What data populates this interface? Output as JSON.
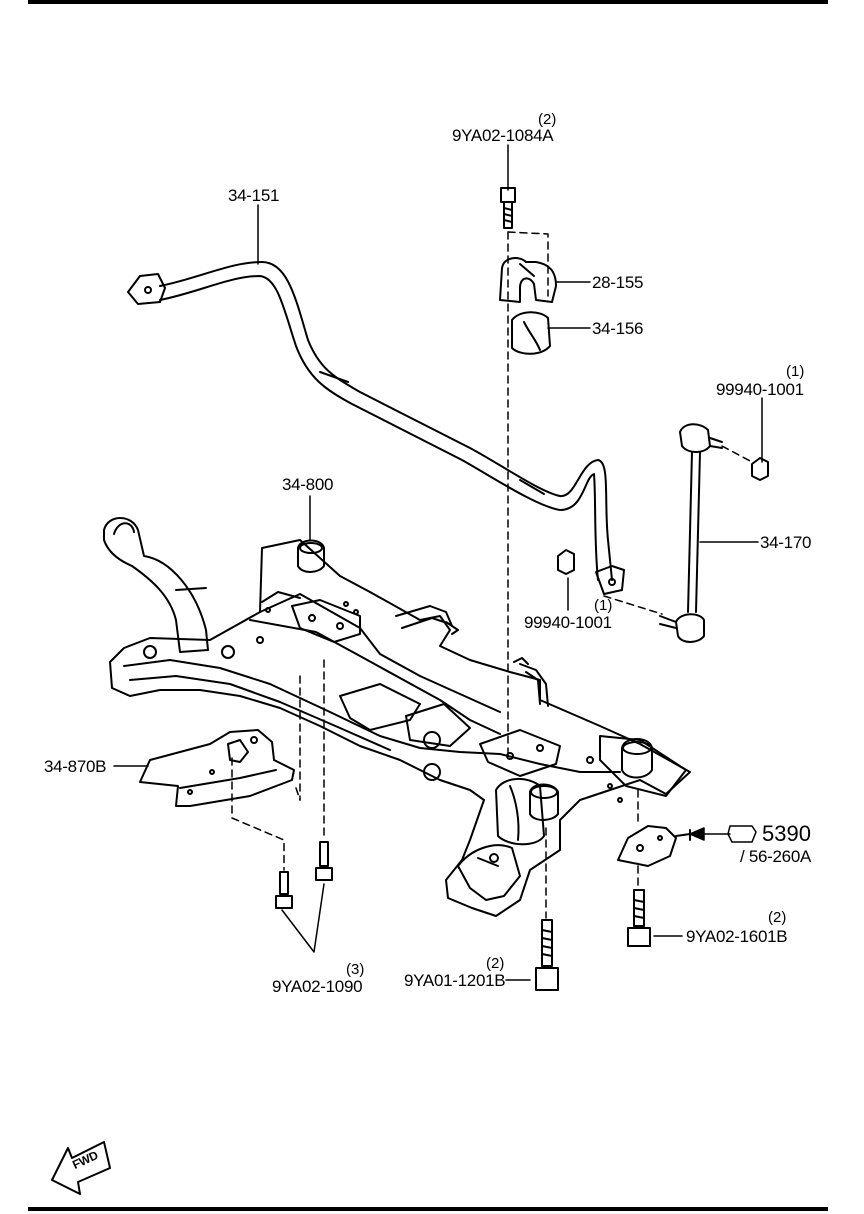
{
  "parts": {
    "stabilizer_bar": "34-151",
    "bolt_top": "9YA02-1084A",
    "bolt_top_qty": "(2)",
    "bracket": "28-155",
    "bushing": "34-156",
    "nut_right": "99940-1001",
    "nut_right_qty": "(1)",
    "link": "34-170",
    "nut_center": "99940-1001",
    "nut_center_qty": "(1)",
    "crossmember_mount": "34-800",
    "guard_plate": "34-870B",
    "bolt_guard": "9YA02-1090",
    "bolt_guard_qty": "(3)",
    "bolt_center": "9YA01-1201B",
    "bolt_center_qty": "(2)",
    "bolt_right": "9YA02-1601B",
    "bolt_right_qty": "(2)",
    "ref_section": "5390",
    "ref_sub": "/ 56-260A",
    "fwd": "FWD"
  }
}
